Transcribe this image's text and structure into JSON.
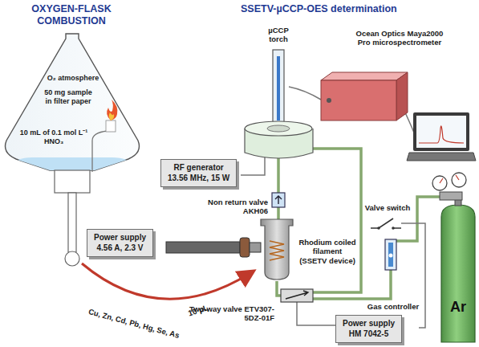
{
  "diagram": {
    "nodes": [
      {
        "text": [
          "RF generator",
          "13.56 MHz, 15 W"
        ]
      },
      {
        "text": [
          "Power supply",
          "4.56 A, 2.3 V"
        ]
      },
      {
        "text": [
          "Power supply",
          "HM 7042-5"
        ]
      }
    ],
    "labels": [
      "OXYGEN-FLASK COMBUSTION",
      "SSETV-µCCP-OES determination",
      "O₂ atmosphere",
      "50 mg sample in filter paper",
      "10 mL of 0.1 mol L⁻¹ HNO₃",
      "µCCP torch",
      "Ocean Optics Maya2000 Pro microspectrometer",
      "Non return valve AKH06",
      "Rhodium coiled filament (SSETV device)",
      "Valve switch",
      "Gas controller",
      "Ar",
      "10 µL",
      "Cu, Zn, Cd, Pb, Hg, Se, As",
      "Two-way valve ETV307-5DZ-01F"
    ]
  }
}
